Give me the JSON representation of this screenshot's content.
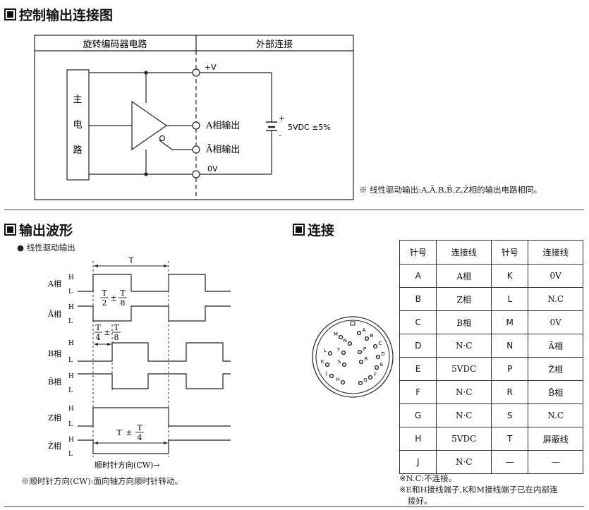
{
  "section1": {
    "title": "控制输出连接图",
    "col_left": "旋转编码器电路",
    "col_right": "外部连接",
    "main_circuit": [
      "主",
      "电",
      "路"
    ],
    "plus_v": "+V",
    "a_out": "A相输出",
    "abar_out": "Ā相输出",
    "zero_v": "0V",
    "supply": "5VDC ±5%",
    "supply_plus": "+",
    "supply_minus": "-",
    "note": "※ 线性驱动输出:A,Ā,B,B̄,Z,Z̄相的输出电路相同。"
  },
  "section2": {
    "title": "输出波形",
    "bullet": "● 线性驱动输出",
    "signals": [
      "A相",
      "Ā相",
      "B相",
      "B̄相",
      "Z相",
      "Z̄相"
    ],
    "high": "H",
    "low": "L",
    "period": "T",
    "half": "2",
    "quarter": "4",
    "eighth": "8",
    "pm": "±",
    "direction": "顺时针方向(CW)→",
    "note": "※顺时针方向(CW):面向轴方向顺时针转动。"
  },
  "section3": {
    "title": "连接",
    "headers": [
      "针号",
      "连接线",
      "针号",
      "连接线"
    ],
    "rows": [
      [
        "A",
        "A相",
        "K",
        "0V"
      ],
      [
        "B",
        "Z相",
        "L",
        "N.C"
      ],
      [
        "C",
        "B相",
        "M",
        "0V"
      ],
      [
        "D",
        "N·C",
        "N",
        "Ā相"
      ],
      [
        "E",
        "5VDC",
        "P",
        "Z̄相"
      ],
      [
        "F",
        "N·C",
        "R",
        "B̄相"
      ],
      [
        "G",
        "N·C",
        "S",
        "N.C"
      ],
      [
        "H",
        "5VDC",
        "T",
        "屏蔽线"
      ],
      [
        "J",
        "N·C",
        "—",
        "—"
      ]
    ],
    "connector_pins": [
      "A",
      "B",
      "C",
      "D",
      "E",
      "F",
      "G",
      "H",
      "J",
      "K",
      "L",
      "M",
      "N",
      "P",
      "R",
      "S",
      "T"
    ],
    "note1": "※N.C:不连接。",
    "note2": "※E和H接线端子,K和M接线端子已在内部连",
    "note3": "接好。"
  }
}
